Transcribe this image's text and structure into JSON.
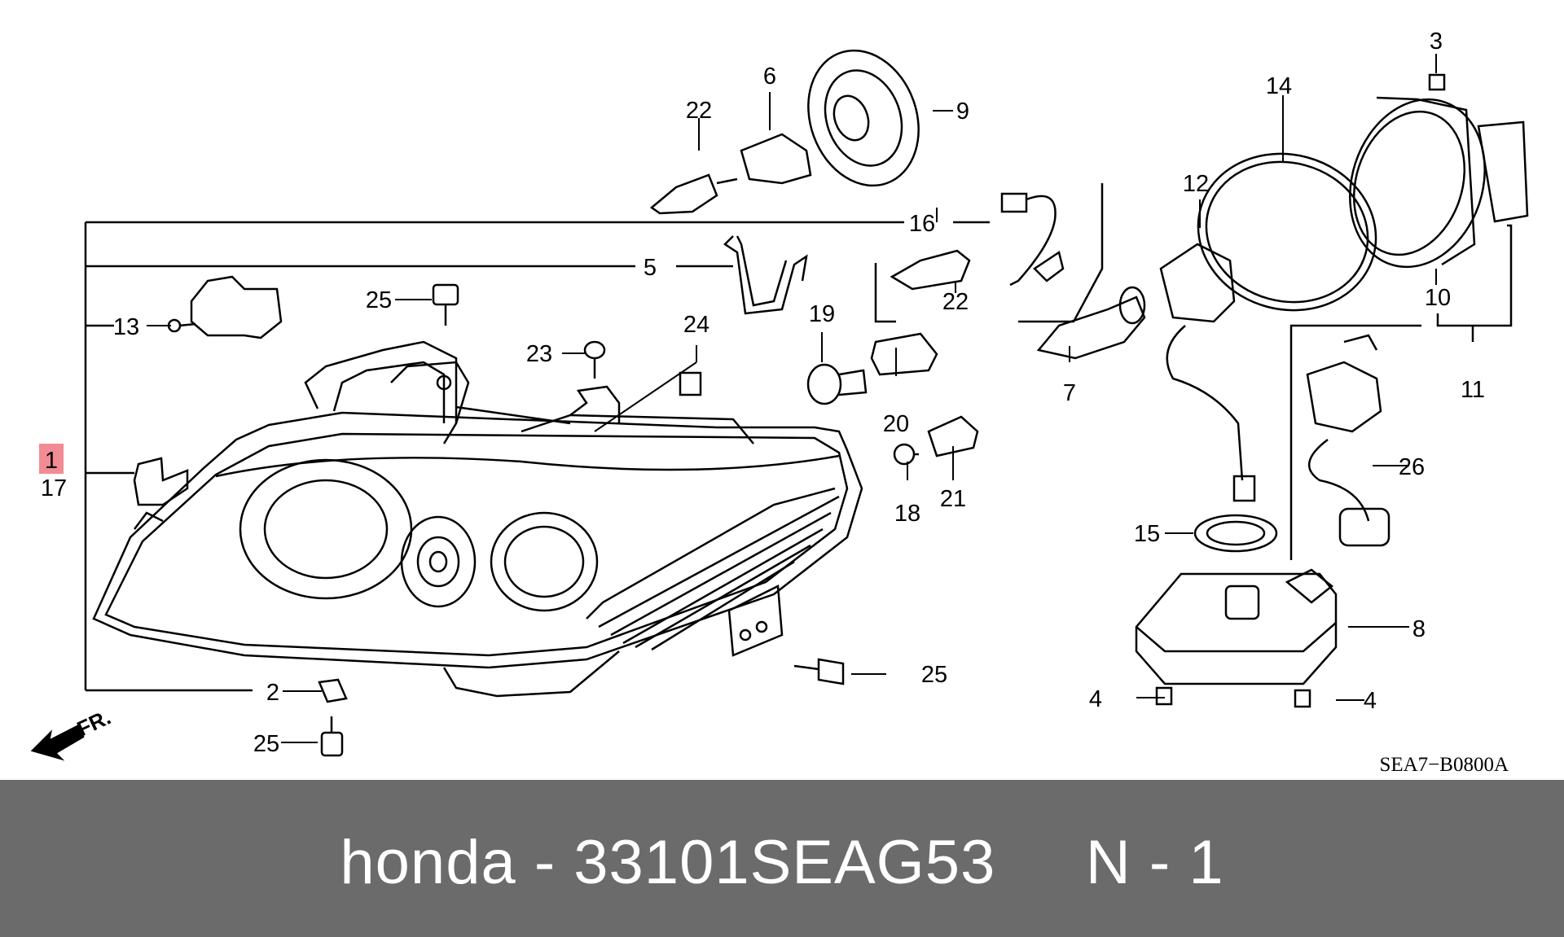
{
  "diagram": {
    "callouts": [
      "1",
      "17",
      "2",
      "3",
      "4",
      "4",
      "5",
      "6",
      "7",
      "8",
      "9",
      "10",
      "11",
      "12",
      "13",
      "14",
      "15",
      "16",
      "18",
      "19",
      "20",
      "21",
      "22",
      "22",
      "23",
      "24",
      "25",
      "25",
      "25",
      "26"
    ],
    "direction_label": "FR.",
    "drawing_code": "SEA7−B0800A"
  },
  "footer": {
    "caption": "honda - 33101SEAG53     N - 1"
  },
  "colors": {
    "highlight": "#f28b93",
    "footer_bg": "#6b6b6b",
    "line": "#000000"
  }
}
